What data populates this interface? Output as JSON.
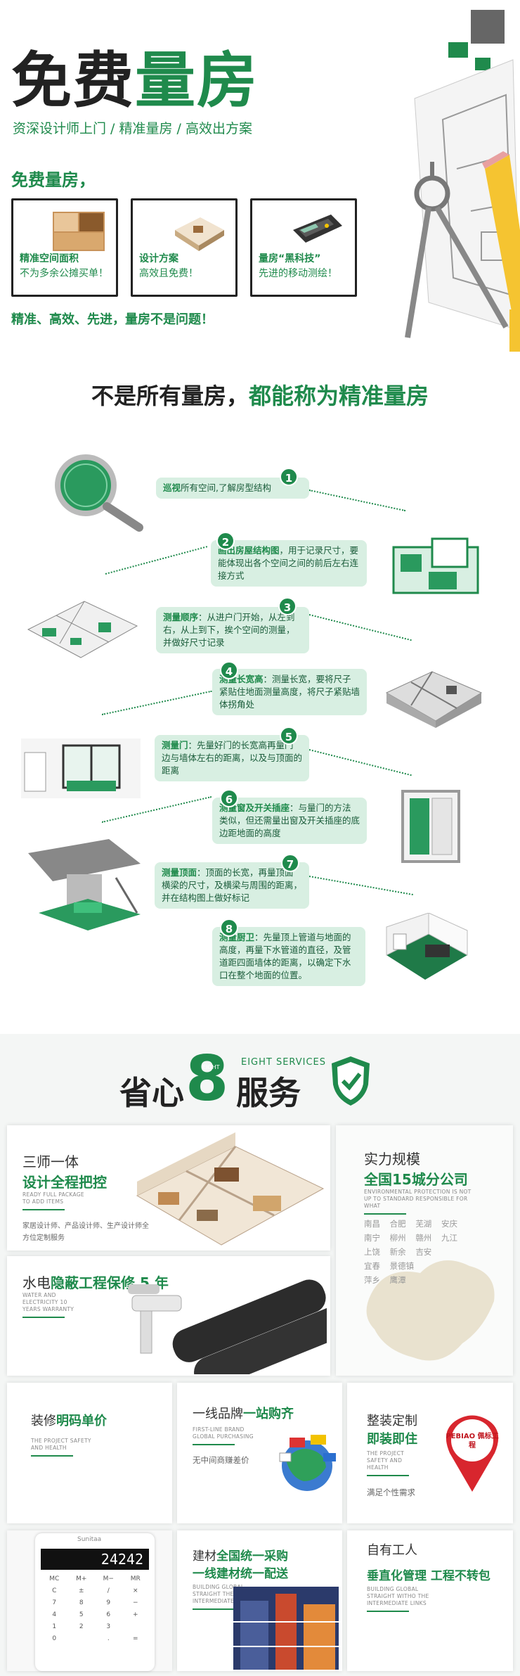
{
  "hero": {
    "title1": "免费",
    "title2": "量房",
    "subtitle": "资深设计师上门 / 精准量房 / 高效出方案",
    "free": "免费量房，",
    "tagline": "精准、高效、先进，量房不是问题！",
    "features": [
      {
        "title": "精准空间面积",
        "sub": "不为多余公摊买单！"
      },
      {
        "title": "设计方案",
        "sub": "高效且免费！"
      },
      {
        "title": "量房“黑科技”",
        "sub": "先进的移动测绘！"
      }
    ]
  },
  "section2": {
    "title_black": "不是所有量房，",
    "title_green": "都能称为精准量房",
    "steps": [
      {
        "n": "1",
        "head": "巡视",
        "text": "所有空间,了解房型结构"
      },
      {
        "n": "2",
        "head": "画出房屋结构图",
        "text": "，用于记录尺寸，要能体现出各个空间之间的前后左右连接方式"
      },
      {
        "n": "3",
        "head": "测量顺序",
        "text": "：从进户门开始，从左到右，从上到下，挨个空间的测量，并做好尺寸记录"
      },
      {
        "n": "4",
        "head": "测量长宽高",
        "text": "：测量长宽，要将尺子紧贴住地面测量高度，将尺子紧贴墙体拐角处"
      },
      {
        "n": "5",
        "head": "测量门",
        "text": "：先量好门的长宽高再量门边与墙体左右的距离，以及与顶面的距离"
      },
      {
        "n": "6",
        "head": "测量窗及开关插座",
        "text": "：与量门的方法类似，但还需量出窗及开关插座的底边距地面的高度"
      },
      {
        "n": "7",
        "head": "测量顶面",
        "text": "：顶面的长宽，再量顶面横梁的尺寸，及横梁与周围的距离，并在结构图上做好标记"
      },
      {
        "n": "8",
        "head": "测量厨卫",
        "text": "：先量顶上管道与地面的高度，再量下水管道的直径，及管道距四面墙体的距离，以确定下水口在整个地面的位置。"
      }
    ]
  },
  "services": {
    "t1": "省心",
    "num": "8",
    "t2": "服务",
    "eng_small": "EIGHT",
    "eng": "EIGHT SERVICES",
    "cards": [
      {
        "a": "三师一体",
        "b": "设计全程把控",
        "en": "READY FULL PACKAGE TO ADD ITEMS",
        "desc": "家居设计师、产品设计师、生产设计师全方位定制服务"
      },
      {
        "a": "实力规模",
        "b": "全国15城分公司",
        "en": "ENVIRONMENTAL PROTECTION IS NOT UP TO STANDARD RESPONSIBLE FOR WHAT",
        "cities": [
          "南昌",
          "合肥",
          "芜湖",
          "安庆",
          "南宁",
          "柳州",
          "赣州",
          "九江",
          "上饶",
          "新余",
          "吉安",
          "宜春",
          "景德镇",
          "萍乡",
          "鹰潭"
        ]
      },
      {
        "a": "水电",
        "b": "隐蔽工程保修 5 年",
        "en": "WATER AND ELECTRICITY 10 YEARS WARRANTY"
      },
      {
        "a": "装修",
        "b": "明码单价",
        "en": "THE PROJECT SAFETY AND HEALTH"
      },
      {
        "a": "一线品牌",
        "b": "一站购齐",
        "en": "FIRST-LINE BRAND GLOBAL PURCHASING",
        "desc": "无中间商赚差价"
      },
      {
        "a": "整装定制",
        "b": "即装即住",
        "en": "THE PROJECT SAFETY AND HEALTH",
        "desc": "满足个性需求",
        "brand": "PEBIAO 佩标工程"
      },
      {
        "calc_display": "24242",
        "calc_brand": "Sunitaa",
        "keys": [
          "MC",
          "M+",
          "M−",
          "MR",
          "C",
          "±",
          "/",
          "×",
          "7",
          "8",
          "9",
          "−",
          "4",
          "5",
          "6",
          "+",
          "1",
          "2",
          "3",
          "",
          "0",
          "",
          ".",
          "="
        ]
      },
      {
        "a": "建材",
        "b": "全国统一采购",
        "b2": "一线建材统一配送",
        "en": "BUILDING GLOBAL STRAIGHT THE INTERMEDIATE LINKS"
      },
      {
        "a": "自有工人",
        "b": "垂直化管理 工程不转包",
        "en": "BUILDING GLOBAL STRAIGHT WITHO THE INTERMEDIATE LINKS"
      }
    ]
  },
  "colors": {
    "green": "#1f8a4c",
    "light": "#d8efe2"
  }
}
